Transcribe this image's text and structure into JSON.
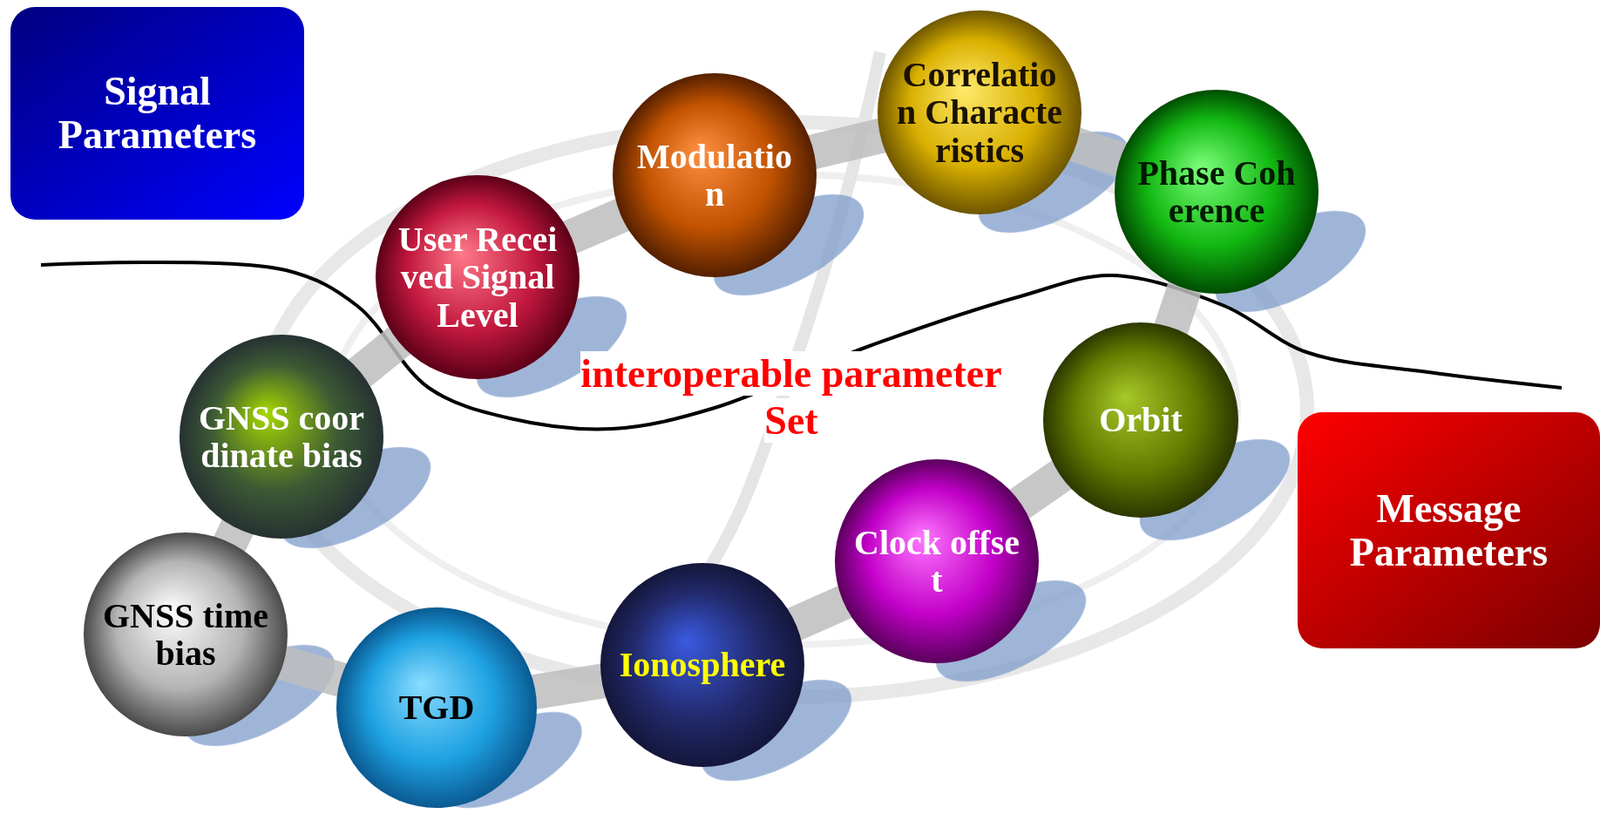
{
  "diagram": {
    "nodes": [
      {
        "text": [
          "Signal Parameters"
        ]
      },
      {
        "text": [
          "Correlation Characteristics"
        ]
      },
      {
        "text": [
          "Modulation"
        ]
      },
      {
        "text": [
          "Phase Coherence"
        ]
      },
      {
        "text": [
          "User Received Signal Level"
        ]
      },
      {
        "text": [
          "GNSS coordinate bias"
        ]
      },
      {
        "text": [
          "Orbit"
        ]
      },
      {
        "text": [
          "Message Parameters"
        ]
      },
      {
        "text": [
          "Clock offset"
        ]
      },
      {
        "text": [
          "GNSS time bias"
        ]
      },
      {
        "text": [
          "Ionosphere"
        ]
      },
      {
        "text": [
          "TGD"
        ]
      }
    ],
    "edges": [
      {
        "from": 9,
        "to": 5,
        "arrow": "none"
      },
      {
        "from": 5,
        "to": 4,
        "arrow": "none"
      },
      {
        "from": 4,
        "to": 2,
        "arrow": "none"
      },
      {
        "from": 2,
        "to": 1,
        "arrow": "none"
      },
      {
        "from": 1,
        "to": 3,
        "arrow": "none"
      },
      {
        "from": 3,
        "to": 6,
        "arrow": "none"
      },
      {
        "from": 6,
        "to": 8,
        "arrow": "none"
      },
      {
        "from": 8,
        "to": 10,
        "arrow": "none"
      },
      {
        "from": 10,
        "to": 11,
        "arrow": "none"
      },
      {
        "from": 11,
        "to": 9,
        "arrow": "none"
      }
    ],
    "labels": [
      "interoperable parameter Set"
    ]
  }
}
